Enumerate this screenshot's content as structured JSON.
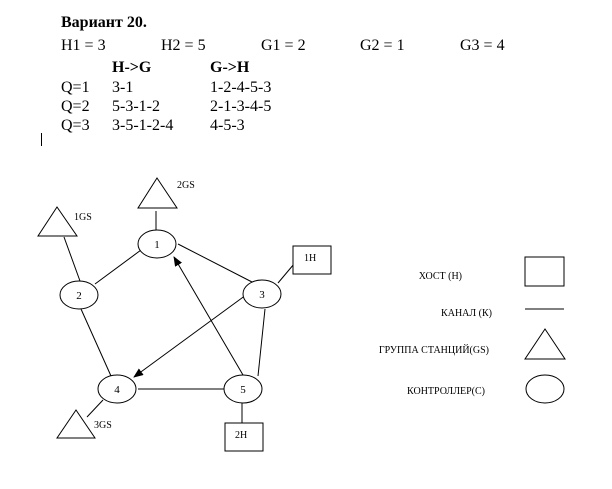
{
  "header": {
    "title": "Вариант 20.",
    "params": [
      {
        "label": "H1 = 3"
      },
      {
        "label": "H2 = 5"
      },
      {
        "label": "G1 = 2"
      },
      {
        "label": "G2 = 1"
      },
      {
        "label": "G3 = 4"
      }
    ]
  },
  "routes": {
    "col_h_to_g": "H->G",
    "col_g_to_h": "G->H",
    "rows": [
      {
        "q": "Q=1",
        "h_to_g": "3-1",
        "g_to_h": "1-2-4-5-3"
      },
      {
        "q": "Q=2",
        "h_to_g": "5-3-1-2",
        "g_to_h": "2-1-3-4-5"
      },
      {
        "q": "Q=3",
        "h_to_g": "3-5-1-2-4",
        "g_to_h": "4-5-3"
      }
    ]
  },
  "diagram": {
    "controllers": [
      {
        "id": "1",
        "label": "1"
      },
      {
        "id": "2",
        "label": "2"
      },
      {
        "id": "3",
        "label": "3"
      },
      {
        "id": "4",
        "label": "4"
      },
      {
        "id": "5",
        "label": "5"
      }
    ],
    "station_groups": [
      {
        "id": "1GS",
        "label": "1GS",
        "attached_to": "2"
      },
      {
        "id": "2GS",
        "label": "2GS",
        "attached_to": "1"
      },
      {
        "id": "3GS",
        "label": "3GS",
        "attached_to": "4"
      }
    ],
    "hosts": [
      {
        "id": "1H",
        "label": "1H",
        "attached_to": "3"
      },
      {
        "id": "2H",
        "label": "2H",
        "attached_to": "5"
      }
    ],
    "channels": [
      {
        "from": "1",
        "to": "2",
        "directed": false
      },
      {
        "from": "1",
        "to": "3",
        "directed": false
      },
      {
        "from": "2",
        "to": "4",
        "directed": false
      },
      {
        "from": "3",
        "to": "5",
        "directed": false
      },
      {
        "from": "4",
        "to": "5",
        "directed": false
      },
      {
        "from": "5",
        "to": "1",
        "directed": true
      },
      {
        "from": "3",
        "to": "4",
        "directed": true
      }
    ]
  },
  "legend": {
    "host": "ХОСТ (Н)",
    "channel": "КАНАЛ (К)",
    "station_group": "ГРУППА СТАНЦИЙ(GS)",
    "controller": "КОНТРОЛЛЕР(С)"
  }
}
